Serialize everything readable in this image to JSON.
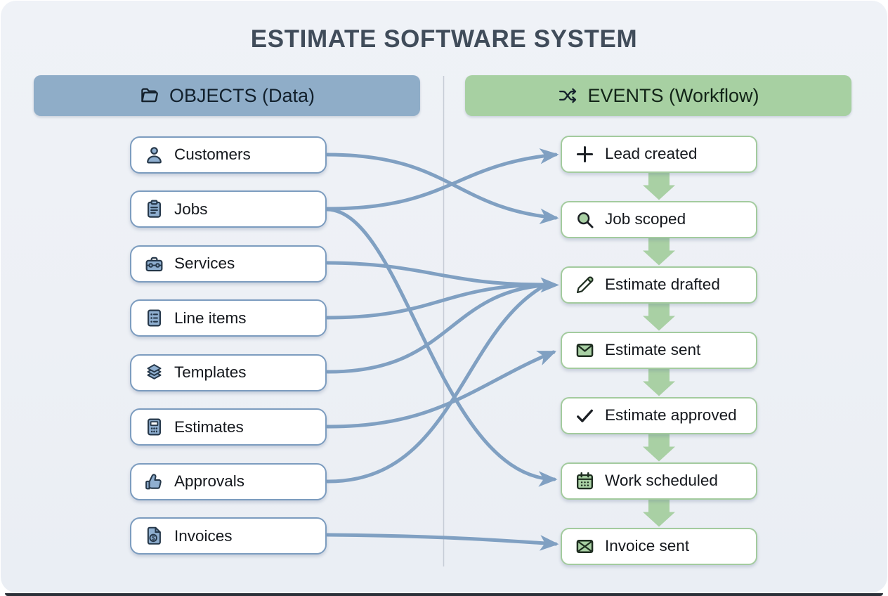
{
  "title": "ESTIMATE SOFTWARE SYSTEM",
  "columns": {
    "objects": {
      "label": "OBJECTS (Data)",
      "icon": "folder-icon"
    },
    "events": {
      "label": "EVENTS (Workflow)",
      "icon": "shuffle-icon"
    }
  },
  "objects": [
    {
      "label": "Customers",
      "icon": "user-icon"
    },
    {
      "label": "Jobs",
      "icon": "clipboard-icon"
    },
    {
      "label": "Services",
      "icon": "toolbox-icon"
    },
    {
      "label": "Line items",
      "icon": "list-icon"
    },
    {
      "label": "Templates",
      "icon": "layers-icon"
    },
    {
      "label": "Estimates",
      "icon": "calculator-icon"
    },
    {
      "label": "Approvals",
      "icon": "thumbs-up-icon"
    },
    {
      "label": "Invoices",
      "icon": "invoice-icon"
    }
  ],
  "events": [
    {
      "label": "Lead created",
      "icon": "plus-icon"
    },
    {
      "label": "Job scoped",
      "icon": "search-icon"
    },
    {
      "label": "Estimate drafted",
      "icon": "pencil-icon"
    },
    {
      "label": "Estimate sent",
      "icon": "mail-icon"
    },
    {
      "label": "Estimate approved",
      "icon": "check-icon"
    },
    {
      "label": "Work scheduled",
      "icon": "calendar-icon"
    },
    {
      "label": "Invoice sent",
      "icon": "mail-x-icon"
    }
  ],
  "connections": [
    {
      "from": "Customers",
      "to": "Job scoped"
    },
    {
      "from": "Jobs",
      "to": "Lead created"
    },
    {
      "from": "Jobs",
      "to": "Work scheduled"
    },
    {
      "from": "Services",
      "to": "Estimate drafted"
    },
    {
      "from": "Line items",
      "to": "Estimate drafted"
    },
    {
      "from": "Templates",
      "to": "Estimate drafted"
    },
    {
      "from": "Estimates",
      "to": "Estimate sent"
    },
    {
      "from": "Approvals",
      "to": "Estimate drafted"
    },
    {
      "from": "Invoices",
      "to": "Invoice sent"
    }
  ],
  "workflow_sequence": [
    "Lead created",
    "Job scoped",
    "Estimate drafted",
    "Estimate sent",
    "Estimate approved",
    "Work scheduled",
    "Invoice sent"
  ],
  "colors": {
    "background": "#edf0f5",
    "objects_header_bg": "#8fadc8",
    "events_header_bg": "#a7d0a2",
    "object_border": "#7c9cbf",
    "event_border": "#a3cb9e",
    "connector_blue": "#80a0c2",
    "flow_arrow_green": "#a9d0a4",
    "icon_blue_fill": "#8fafd0",
    "icon_green_fill": "#a9d0a4",
    "title_color": "#404c5a"
  }
}
